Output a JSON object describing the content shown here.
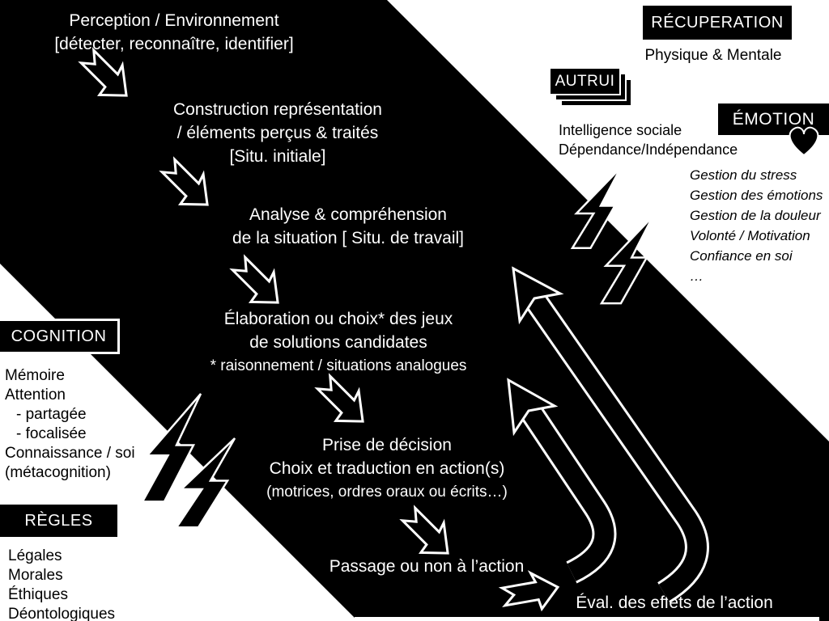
{
  "flow": {
    "perception": {
      "line1": "Perception / Environnement",
      "line2": "[détecter, reconnaître, identifier]"
    },
    "construction": {
      "line1": "Construction représentation",
      "line2": "/ éléments perçus & traités",
      "line3": "[Situ. initiale]"
    },
    "analyse": {
      "line1": "Analyse & compréhension",
      "line2": "de la situation [ Situ. de travail]"
    },
    "elaboration": {
      "line1": "Élaboration ou choix* des jeux",
      "line2": "de solutions candidates",
      "note": "* raisonnement / situations analogues"
    },
    "decision": {
      "line1": "Prise de décision",
      "line2": "Choix et traduction en action(s)",
      "line3": "(motrices, ordres oraux ou écrits…)"
    },
    "passage": {
      "line1": "Passage ou non à l’action"
    },
    "evaluation": {
      "line1": "Éval. des effets de l’action"
    }
  },
  "right_panel": {
    "recuperation": {
      "title": "RÉCUPERATION",
      "subtitle": "Physique & Mentale"
    },
    "autrui": {
      "title": "AUTRUI",
      "lines": [
        "Intelligence sociale",
        "Dépendance/Indépendance"
      ]
    },
    "emotion": {
      "title": "ÉMOTION",
      "items": [
        "Gestion du stress",
        "Gestion des émotions",
        "Gestion de la douleur",
        "Volonté / Motivation",
        "Confiance en soi",
        "…"
      ]
    }
  },
  "left_panel": {
    "cognition": {
      "title": "COGNITION",
      "items": [
        "Mémoire",
        "Attention",
        "- partagée",
        "- focalisée",
        "Connaissance / soi",
        "(métacognition)"
      ]
    },
    "regles": {
      "title": "RÈGLES",
      "items": [
        "Légales",
        "Morales",
        "Éthiques",
        "Déontologiques"
      ]
    }
  },
  "icons": {
    "flow_arrow": "block-arrow-down-right",
    "eval_arrow": "block-arrow-right",
    "feedback_arrow": "bent-arrow-up-left",
    "lightning": "lightning-bolt",
    "heart": "heart"
  },
  "colors": {
    "background": "#ffffff",
    "band": "#000000",
    "text_on_band": "#ffffff",
    "text_on_white": "#000000",
    "outline": "#ffffff"
  }
}
